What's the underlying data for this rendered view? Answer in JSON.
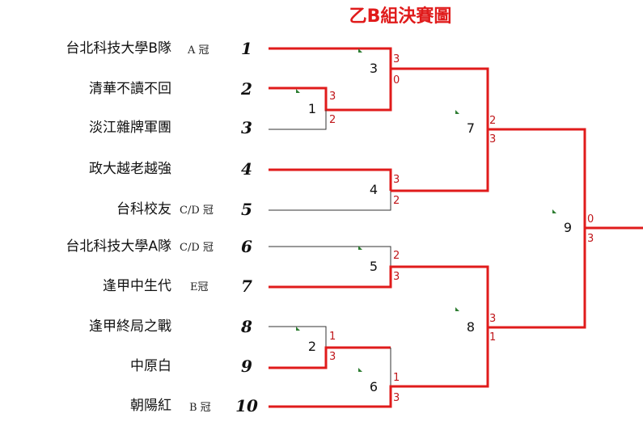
{
  "title": "乙B組決賽圖",
  "colors": {
    "winner_line": "#e01b1b",
    "loser_line": "#333333",
    "score": "#c0161a",
    "mark": "#2e7d32"
  },
  "teams": [
    {
      "name": "台北科技大學B隊",
      "seed": "1",
      "note": "A 冠"
    },
    {
      "name": "清華不讀不回",
      "seed": "2",
      "note": ""
    },
    {
      "name": "淡江雜牌軍團",
      "seed": "3",
      "note": ""
    },
    {
      "name": "政大越老越強",
      "seed": "4",
      "note": ""
    },
    {
      "name": "台科校友",
      "seed": "5",
      "note": "C/D 冠"
    },
    {
      "name": "台北科技大學A隊",
      "seed": "6",
      "note": "C/D 冠"
    },
    {
      "name": "逢甲中生代",
      "seed": "7",
      "note": "E冠"
    },
    {
      "name": "逢甲終局之戰",
      "seed": "8",
      "note": ""
    },
    {
      "name": "中原白",
      "seed": "9",
      "note": ""
    },
    {
      "name": "朝陽紅",
      "seed": "10",
      "note": "B 冠"
    }
  ],
  "matches": [
    {
      "id": "1",
      "top_score": "3",
      "bottom_score": "2"
    },
    {
      "id": "2",
      "top_score": "1",
      "bottom_score": "3"
    },
    {
      "id": "3",
      "top_score": "3",
      "bottom_score": "0"
    },
    {
      "id": "4",
      "top_score": "3",
      "bottom_score": "2"
    },
    {
      "id": "5",
      "top_score": "2",
      "bottom_score": "3"
    },
    {
      "id": "6",
      "top_score": "1",
      "bottom_score": "3"
    },
    {
      "id": "7",
      "top_score": "2",
      "bottom_score": "3"
    },
    {
      "id": "8",
      "top_score": "3",
      "bottom_score": "1"
    },
    {
      "id": "9",
      "top_score": "0",
      "bottom_score": "3"
    }
  ]
}
